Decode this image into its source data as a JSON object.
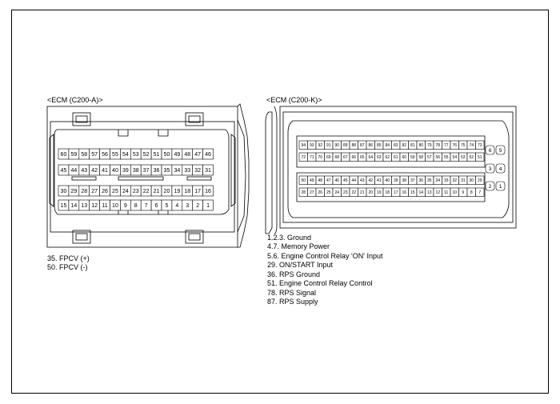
{
  "connector_a": {
    "title": "<ECM (C200-A)>",
    "rows": [
      [
        "60",
        "59",
        "58",
        "57",
        "56",
        "55",
        "54",
        "53",
        "52",
        "51",
        "50",
        "49",
        "48",
        "47",
        "46"
      ],
      [
        "45",
        "44",
        "43",
        "42",
        "41",
        "40",
        "39",
        "38",
        "37",
        "36",
        "35",
        "34",
        "33",
        "32",
        "31"
      ],
      [
        "30",
        "29",
        "28",
        "27",
        "26",
        "25",
        "24",
        "23",
        "22",
        "21",
        "20",
        "19",
        "18",
        "17",
        "16"
      ],
      [
        "15",
        "14",
        "13",
        "12",
        "11",
        "10",
        "9",
        "8",
        "7",
        "6",
        "5",
        "4",
        "3",
        "2",
        "1"
      ]
    ],
    "notes": [
      "35. FPCV (+)",
      "50. FPCV (-)"
    ]
  },
  "connector_k": {
    "title": "<ECM (C200-K)>",
    "rows": [
      [
        "94",
        "93",
        "92",
        "91",
        "90",
        "89",
        "88",
        "87",
        "86",
        "85",
        "84",
        "83",
        "82",
        "81",
        "80",
        "79",
        "78",
        "77",
        "76",
        "75",
        "74",
        "73"
      ],
      [
        "72",
        "71",
        "70",
        "69",
        "68",
        "67",
        "66",
        "65",
        "64",
        "63",
        "62",
        "61",
        "60",
        "59",
        "58",
        "57",
        "56",
        "55",
        "54",
        "53",
        "52",
        "51"
      ],
      [
        "50",
        "49",
        "48",
        "47",
        "46",
        "45",
        "44",
        "43",
        "42",
        "41",
        "40",
        "39",
        "38",
        "37",
        "36",
        "35",
        "34",
        "33",
        "32",
        "31",
        "30",
        "29"
      ],
      [
        "28",
        "27",
        "26",
        "25",
        "24",
        "23",
        "22",
        "21",
        "20",
        "19",
        "18",
        "17",
        "16",
        "15",
        "14",
        "13",
        "12",
        "11",
        "10",
        "9",
        "8",
        "7"
      ]
    ],
    "side_pins": [
      "6",
      "5",
      "4",
      "3",
      "2",
      "1"
    ],
    "notes": [
      "1.2.3. Ground",
      "4.7. Memory Power",
      "5.6. Engine Control Relay 'ON' Input",
      "29. ON/START Input",
      "36. RPS Ground",
      "51. Engine Control Relay Control",
      "78. RPS Signal",
      "87. RPS Supply"
    ]
  }
}
